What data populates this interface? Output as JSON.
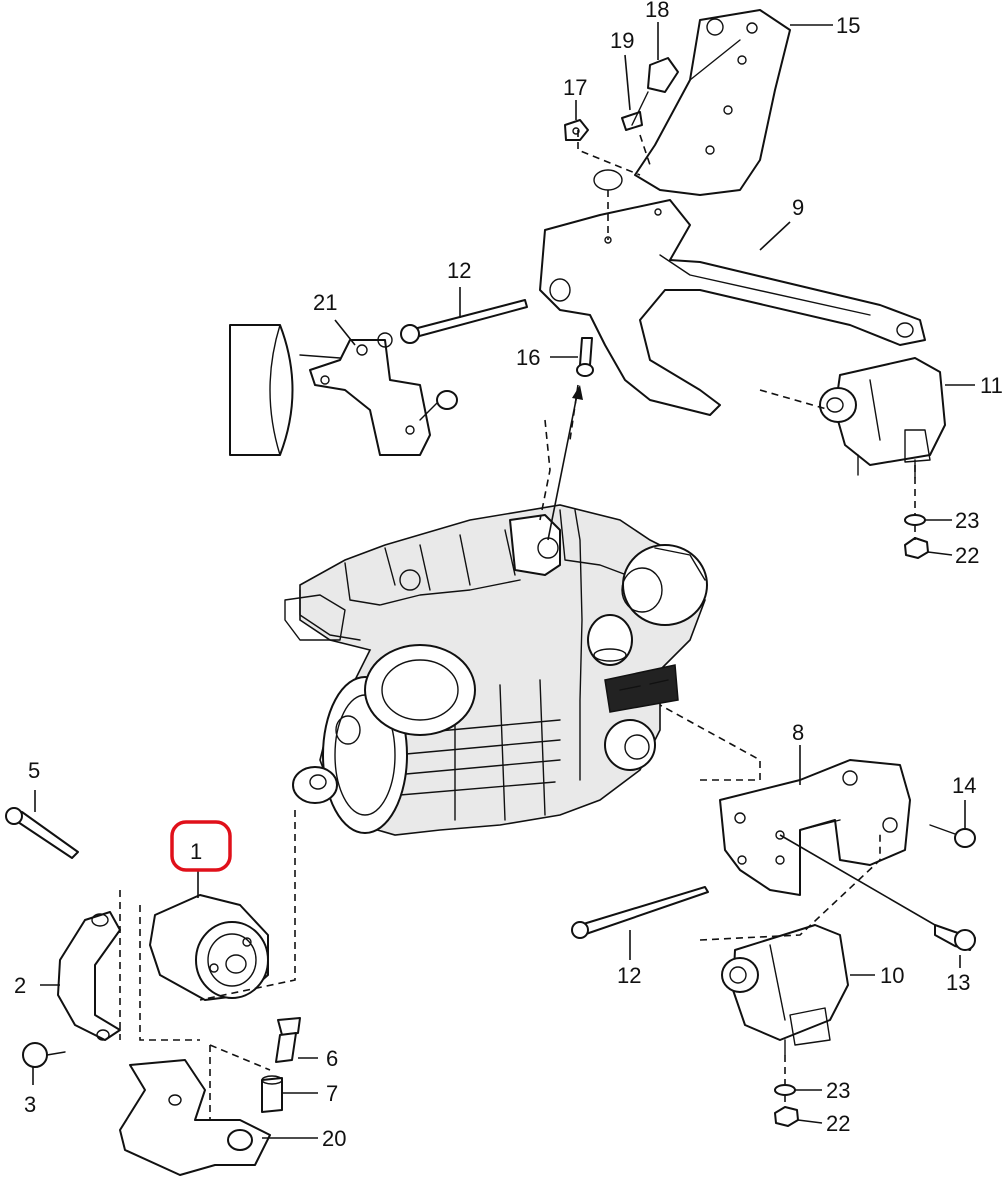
{
  "labels": {
    "l1": "1",
    "l2": "2",
    "l3": "3",
    "l5": "5",
    "l6": "6",
    "l7": "7",
    "l8": "8",
    "l9": "9",
    "l10": "10",
    "l11": "11",
    "l12a": "12",
    "l12b": "12",
    "l13": "13",
    "l14": "14",
    "l15": "15",
    "l16": "16",
    "l17": "17",
    "l18": "18",
    "l19": "19",
    "l20": "20",
    "l21": "21",
    "l22a": "22",
    "l22b": "22",
    "l23a": "23",
    "l23b": "23"
  },
  "colors": {
    "highlight": "#e0101a",
    "line": "#111111",
    "engine_shade": "#e9e9e9"
  },
  "highlighted_part": "1"
}
